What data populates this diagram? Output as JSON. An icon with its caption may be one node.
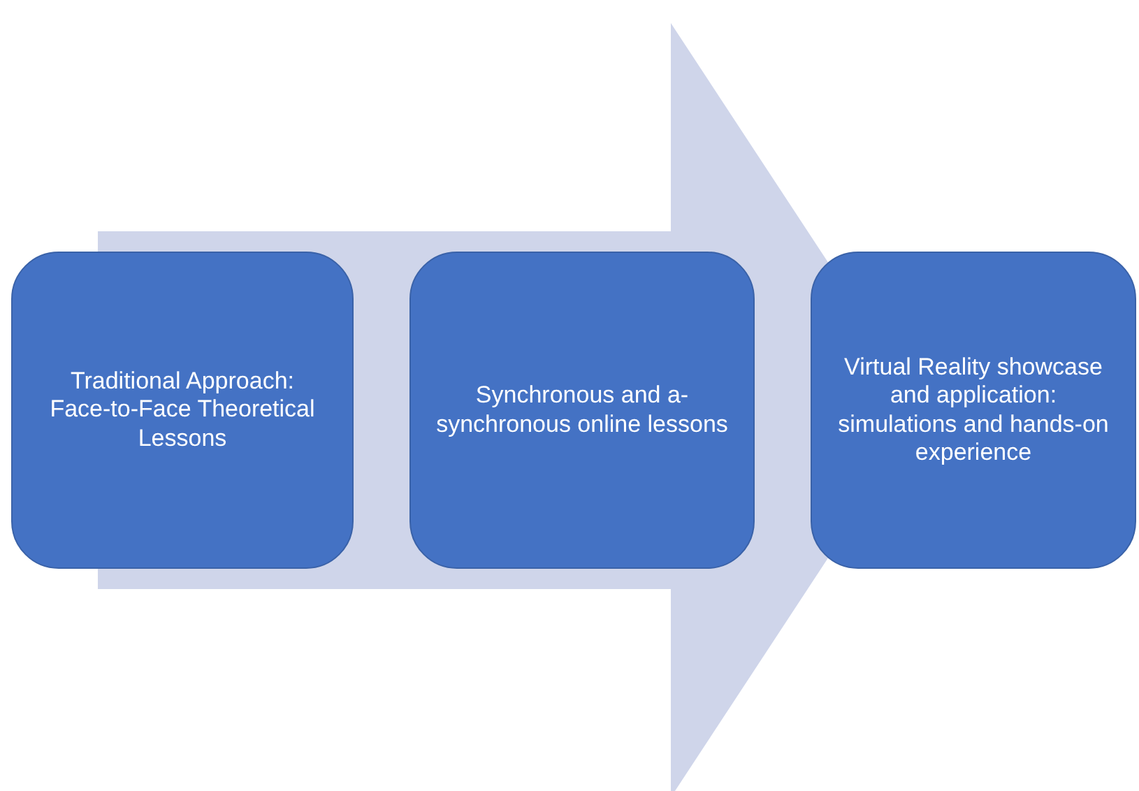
{
  "diagram": {
    "nodes": [
      {
        "text": [
          "Traditional Approach: Face-to-Face Theoretical Lessons"
        ]
      },
      {
        "text": [
          "Synchronous and a-synchronous online lessons"
        ]
      },
      {
        "text": [
          "Virtual Reality showcase and application: simulations and hands-on experience"
        ]
      }
    ],
    "edges": [
      {
        "from": 0,
        "to": 2,
        "arrow": "to"
      }
    ]
  }
}
